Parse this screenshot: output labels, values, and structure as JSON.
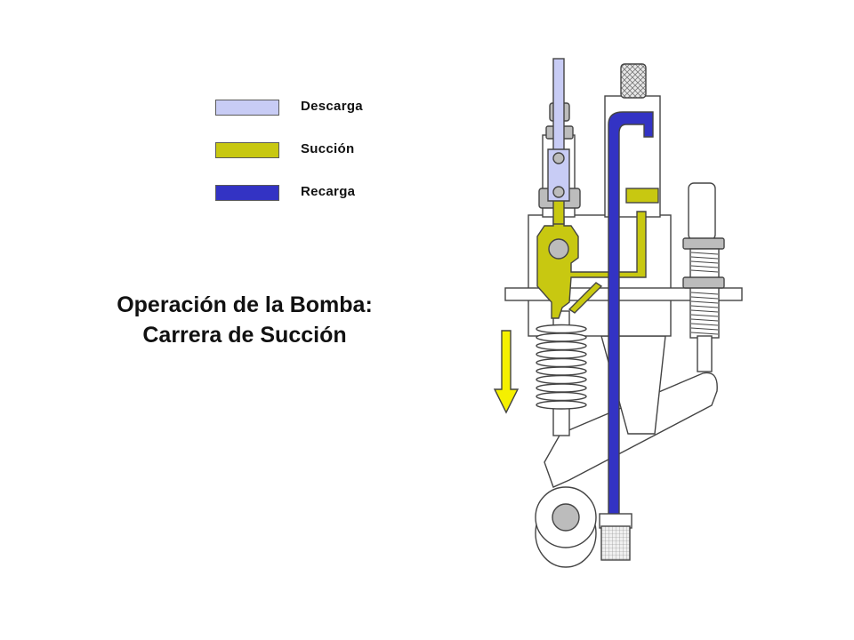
{
  "legend": {
    "items": [
      {
        "label": "Descarga",
        "color": "#c8ccf5"
      },
      {
        "label": "Succión",
        "color": "#c8c811"
      },
      {
        "label": "Recarga",
        "color": "#3333c4"
      }
    ]
  },
  "title": {
    "line1": "Operación de la Bomba:",
    "line2": "Carrera de Succión"
  },
  "diagram": {
    "stroke_color": "#444444",
    "body_fill": "#ffffff",
    "metal_fill": "#bcbcbc",
    "dark_metal_fill": "#8c8c8c",
    "arrow_color": "#f5f000",
    "arrow_direction": "down"
  }
}
